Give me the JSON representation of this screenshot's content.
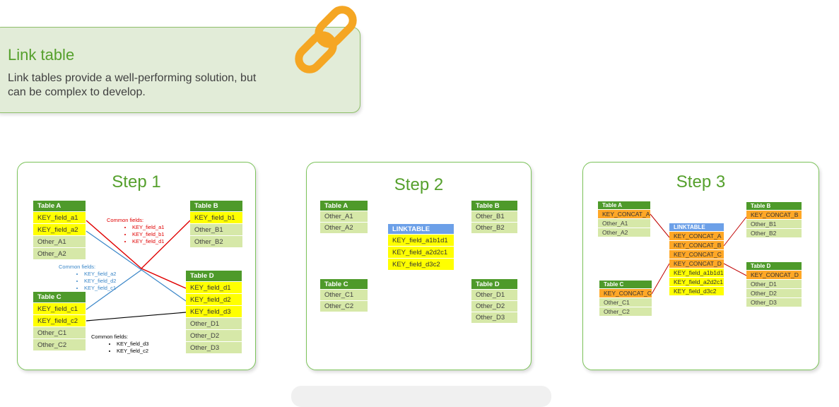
{
  "callout": {
    "title": "Link table",
    "body": "Link tables provide a well-performing solution, but can be complex to develop."
  },
  "colors": {
    "green": "#55a02c",
    "header": "#4e9a2a",
    "other": "#d6e8a8",
    "key": "#ffff00",
    "concat": "#ffa726",
    "linktable": "#6ca0e8",
    "chain": "#f5a623"
  },
  "step1": {
    "title": "Step 1",
    "table_a": {
      "header": "Table A",
      "rows": [
        "KEY_field_a1",
        "KEY_field_a2",
        "Other_A1",
        "Other_A2"
      ]
    },
    "table_b": {
      "header": "Table B",
      "rows": [
        "KEY_field_b1",
        "Other_B1",
        "Other_B2"
      ]
    },
    "table_c": {
      "header": "Table C",
      "rows": [
        "KEY_field_c1",
        "KEY_field_c2",
        "Other_C1",
        "Other_C2"
      ]
    },
    "table_d": {
      "header": "Table D",
      "rows": [
        "KEY_field_d1",
        "KEY_field_d2",
        "KEY_field_d3",
        "Other_D1",
        "Other_D2",
        "Other_D3"
      ]
    },
    "note_red": {
      "title": "Common fields:",
      "items": [
        "KEY_field_a1",
        "KEY_field_b1",
        "KEY_field_d1"
      ]
    },
    "note_blue": {
      "title": "Common fields:",
      "items": [
        "KEY_field_a2",
        "KEY_field_d2",
        "KEY_field_c1"
      ]
    },
    "note_black": {
      "title": "Common fields:",
      "items": [
        "KEY_field_d3",
        "KEY_field_c2"
      ]
    }
  },
  "step2": {
    "title": "Step 2",
    "table_a": {
      "header": "Table A",
      "rows": [
        "Other_A1",
        "Other_A2"
      ]
    },
    "table_b": {
      "header": "Table B",
      "rows": [
        "Other_B1",
        "Other_B2"
      ]
    },
    "table_c": {
      "header": "Table C",
      "rows": [
        "Other_C1",
        "Other_C2"
      ]
    },
    "table_d": {
      "header": "Table D",
      "rows": [
        "Other_D1",
        "Other_D2",
        "Other_D3"
      ]
    },
    "linktable": {
      "header": "LINKTABLE",
      "rows": [
        "KEY_field_a1b1d1",
        "KEY_field_a2d2c1",
        "KEY_field_d3c2"
      ]
    }
  },
  "step3": {
    "title": "Step 3",
    "table_a": {
      "header": "Table A",
      "key": "KEY_CONCAT_A",
      "rows": [
        "Other_A1",
        "Other_A2"
      ]
    },
    "table_b": {
      "header": "Table B",
      "key": "KEY_CONCAT_B",
      "rows": [
        "Other_B1",
        "Other_B2"
      ]
    },
    "table_c": {
      "header": "Table C",
      "key": "KEY_CONCAT_C",
      "rows": [
        "Other_C1",
        "Other_C2"
      ]
    },
    "table_d": {
      "header": "Table D",
      "key": "KEY_CONCAT_D",
      "rows": [
        "Other_D1",
        "Other_D2",
        "Other_D3"
      ]
    },
    "linktable": {
      "header": "LINKTABLE",
      "keys": [
        "KEY_CONCAT_A",
        "KEY_CONCAT_B",
        "KEY_CONCAT_C",
        "KEY_CONCAT_D"
      ],
      "rows": [
        "KEY_field_a1b1d1",
        "KEY_field_a2d2c1",
        "KEY_field_d3c2"
      ]
    }
  }
}
